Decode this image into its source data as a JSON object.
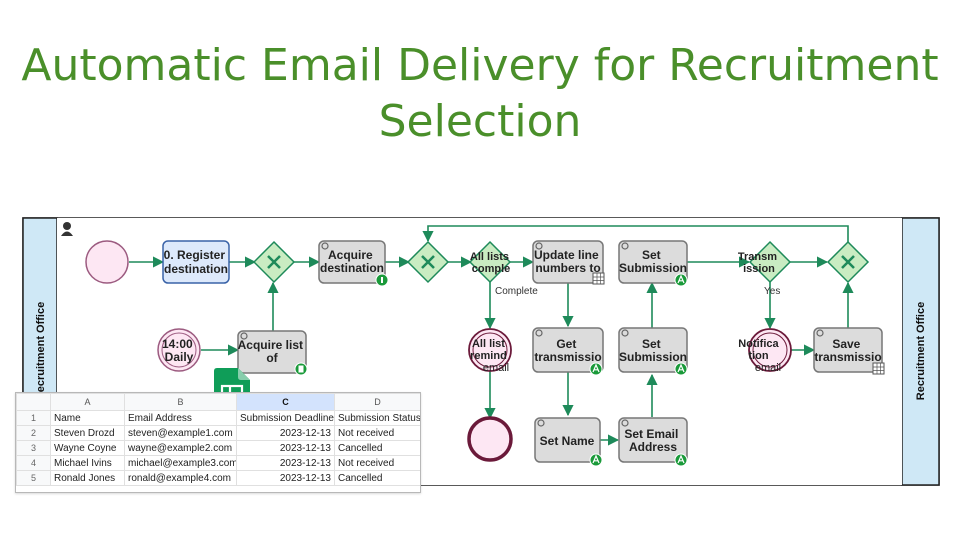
{
  "slide": {
    "title_line1": "Automatic Email Delivery for Recruitment",
    "title_line2": "Selection"
  },
  "diagram": {
    "lane_label": "Recruitment Office",
    "nodes": {
      "register_destination": [
        "0. Register",
        "destination"
      ],
      "acquire_destination": [
        "Acquire",
        "destination"
      ],
      "all_lists_complete": [
        "All lists",
        "comple"
      ],
      "update_line_numbers": [
        "Update line",
        "numbers to"
      ],
      "set_submission_top": [
        "Set",
        "Submission"
      ],
      "transmission": [
        "Transm",
        "ission"
      ],
      "timer_event": [
        "14:00",
        "Daily"
      ],
      "acquire_list": [
        "Acquire list",
        "of"
      ],
      "all_list_reminder": [
        "All list",
        "remind",
        "email"
      ],
      "get_transmission": [
        "Get",
        "transmissio"
      ],
      "set_submission_mid": [
        "Set",
        "Submission"
      ],
      "notification_email": [
        "Notifica",
        "tion",
        "email"
      ],
      "save_transmission": [
        "Save",
        "transmissio"
      ],
      "set_name": [
        "Set Name"
      ],
      "set_email_address": [
        "Set Email",
        "Address"
      ]
    },
    "flow_labels": {
      "complete": "Complete",
      "yes": "Yes"
    }
  },
  "spreadsheet": {
    "columns": [
      "A",
      "B",
      "C",
      "D"
    ],
    "selected_column": "C",
    "rows": [
      {
        "n": "1",
        "a": "Name",
        "b": "Email Address",
        "c": "Submission Deadline",
        "d": "Submission Status"
      },
      {
        "n": "2",
        "a": "Steven Drozd",
        "b": "steven@example1.com",
        "c": "2023-12-13",
        "d": "Not received"
      },
      {
        "n": "3",
        "a": "Wayne Coyne",
        "b": "wayne@example2.com",
        "c": "2023-12-13",
        "d": "Cancelled"
      },
      {
        "n": "4",
        "a": "Michael Ivins",
        "b": "michael@example3.com",
        "c": "2023-12-13",
        "d": "Not received"
      },
      {
        "n": "5",
        "a": "Ronald Jones",
        "b": "ronald@example4.com",
        "c": "2023-12-13",
        "d": "Cancelled"
      }
    ]
  },
  "colors": {
    "title": "#4a8f2a",
    "flow": "#1e8a5a",
    "task_fill": "#dcdcdc",
    "highlight_task_fill": "#dde9fb",
    "start_event_fill": "#fde7f3",
    "end_event_stroke": "#6b1a3a",
    "gateway_fill": "#c9ecc2",
    "lane_header_fill": "#cfe8f6"
  }
}
